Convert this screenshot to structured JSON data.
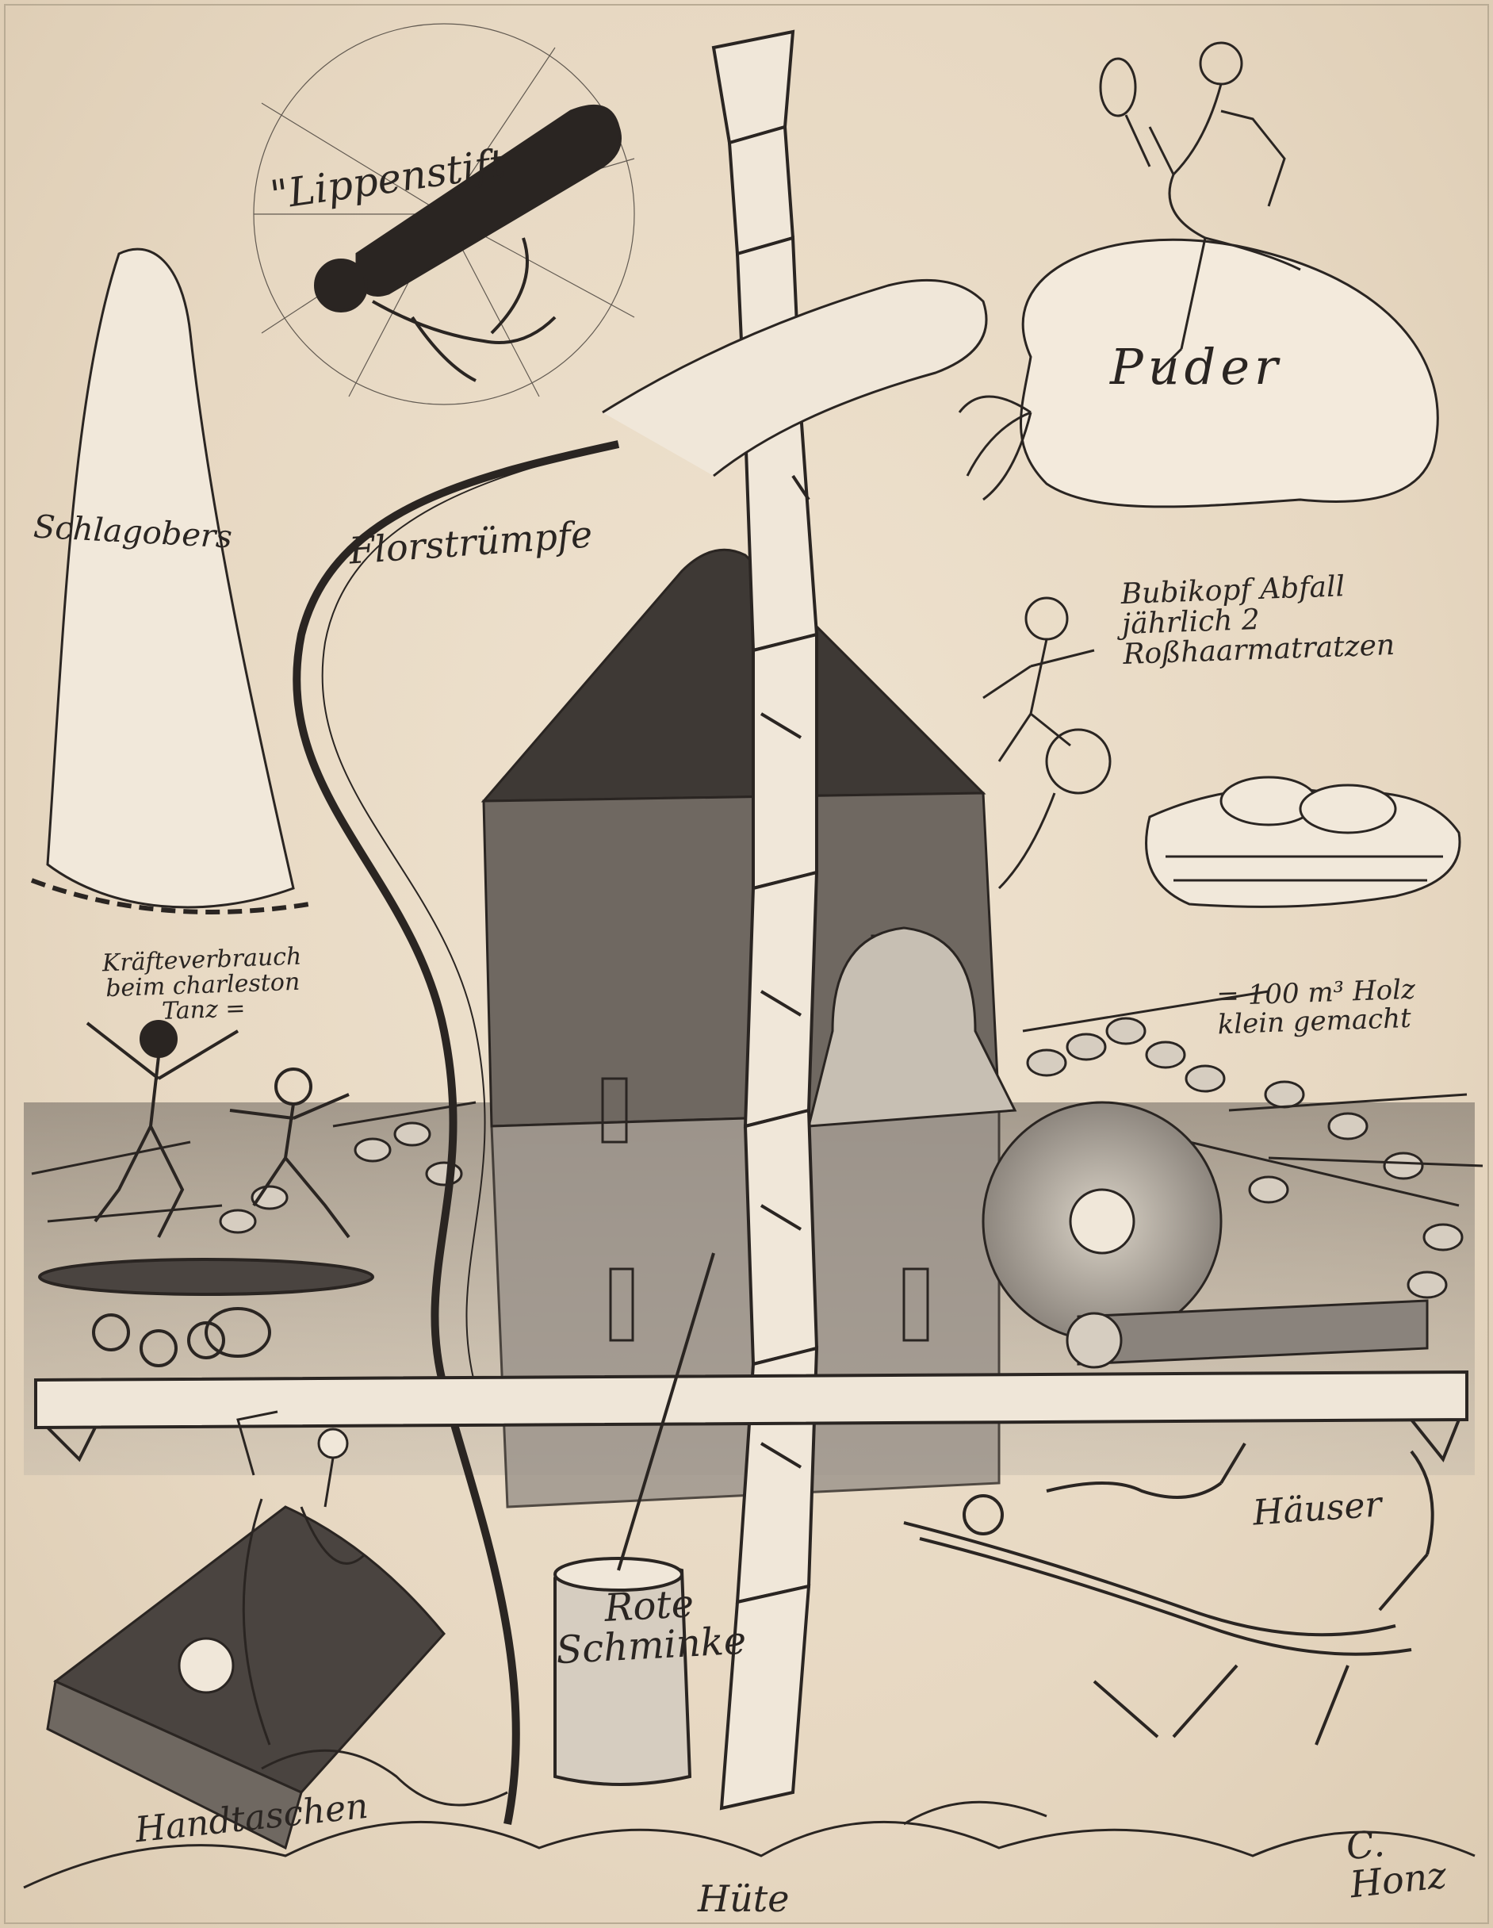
{
  "captions": {
    "schlagobers": "Schlagobers",
    "lippenstift": "\"Lippenstift",
    "florstruempfe": "Florstrümpfe",
    "puder": "Puder",
    "bubikopf": "Bubikopf Abfall\njährlich 2\nRoßhaarmatratzen",
    "kraefte": "Kräfteverbrauch\nbeim charleston\nTanz =",
    "holz": "= 100 m³ Holz\nklein gemacht",
    "haeuser": "Häuser",
    "handtaschen": "Handtaschen",
    "huete": "Hüte",
    "rote_schminke": "Rote\nSchminke",
    "signature": "C. Honz"
  },
  "colors": {
    "paper": "#e9dcc8",
    "ink": "#2a2522",
    "wash_dark": "#4a4440",
    "wash_mid": "#8a837c",
    "wash_light": "#c7bfb3"
  }
}
